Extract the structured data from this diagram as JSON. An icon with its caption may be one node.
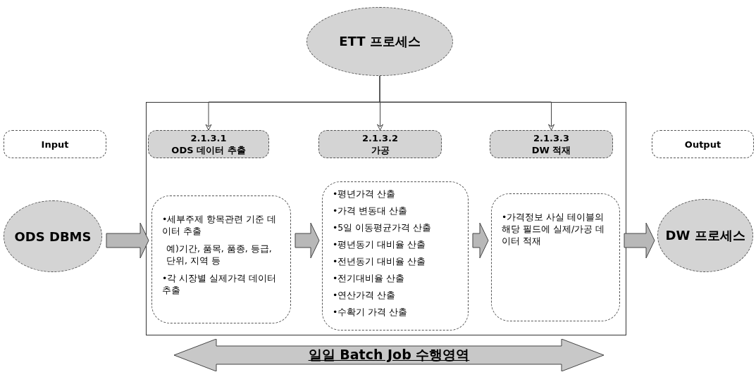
{
  "diagram": {
    "nodes": [
      {
        "text": [
          "ETT 프로세스"
        ]
      },
      {
        "text": [
          "Input"
        ]
      },
      {
        "text": [],
        "shape": "box"
      },
      {
        "text": [
          "2.1.3.1",
          "ODS 데이터 추출"
        ],
        "in": 2
      },
      {
        "text": [
          "2.1.3.2",
          "가공"
        ],
        "in": 2
      },
      {
        "text": [
          "2.1.3.3",
          "DW 적재"
        ],
        "in": 2
      },
      {
        "text": [
          "Output"
        ]
      },
      {
        "text": [
          "ODS DBMS"
        ]
      },
      {
        "text": [
          "•세부주제 항목관련 기준 데이터 추출",
          "예)기간, 품목, 품종, 등급, 단위, 지역 등",
          "•각 시장별 실제가격 데이터 추출"
        ],
        "in": 2
      },
      {
        "text": [
          "•평년가격 산출",
          "•가격 변동대 산출",
          "•5일 이동평균가격 산출",
          "•평년동기 대비율 산출",
          "•전년동기 대비율 산출",
          "•전기대비율 산출",
          "•연산가격 산출",
          "•수확기 가격 산출"
        ],
        "in": 2
      },
      {
        "text": [
          "•가격정보 사실 테이블의 해당 필드에 실제/가공 데이터 적재"
        ],
        "in": 2
      },
      {
        "text": [
          "DW 프로세스"
        ]
      },
      {
        "text": [
          "일일 Batch Job 수행영역"
        ]
      }
    ],
    "edges": [
      {
        "from": 0,
        "to": 3,
        "arrow": "to"
      },
      {
        "from": 0,
        "to": 4,
        "arrow": "to"
      },
      {
        "from": 0,
        "to": 5,
        "arrow": "to"
      },
      {
        "from": 7,
        "to": 8,
        "arrow": "to",
        "style": "thick"
      },
      {
        "from": 8,
        "to": 9,
        "arrow": "to",
        "style": "thick"
      },
      {
        "from": 9,
        "to": 10,
        "arrow": "to",
        "style": "thick"
      },
      {
        "from": 10,
        "to": 11,
        "arrow": "to",
        "style": "thick"
      }
    ]
  }
}
